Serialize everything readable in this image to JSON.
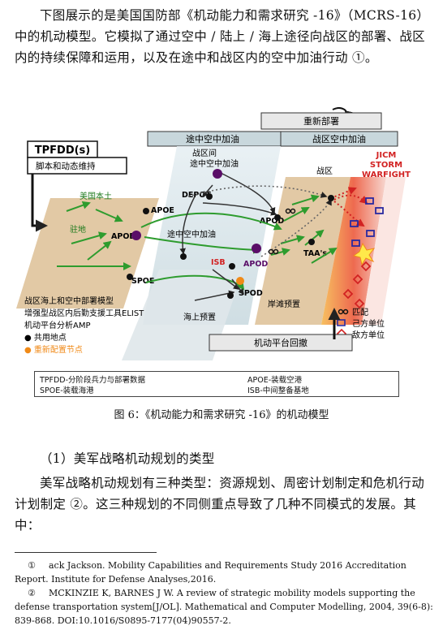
{
  "intro": "下图展示的是美国国防部《机动能力和需求研究 -16》（MCRS-16）中的机动模型。它模拟了通过空中 / 陆上 / 海上途径向战区的部署、战区内的持续保障和运用，以及在途中和战区内的空中加油行动 ①。",
  "diagram": {
    "top_banner": "重新部署",
    "strip_left": "途中空中加油",
    "strip_right": "战区空中加油",
    "tpfdd": "TPFDD(s)",
    "script": "脚本和动态维持",
    "jicm": [
      "JICM",
      "STORM",
      "WARFIGHT"
    ],
    "intertheater": [
      "战区间",
      "途中空中加油"
    ],
    "theater": "战区",
    "depot": "DEPOT",
    "apoe": "APOE",
    "conus": "美国本土",
    "stations": "驻地",
    "apod_left": "APOD",
    "apod_mid": "APOD",
    "apod_right": "APOD",
    "enroute_refuel": "途中空中加油",
    "taa": "TAA's",
    "spoe": "SPOE",
    "isb": "ISB",
    "spod": "SPOD",
    "shore": "岸滩预置",
    "sea": "海上预置",
    "left_notes": [
      "战区海上和空中部署模型",
      "增强型战区内后勤支援工具ELIST",
      "机动平台分析AMP"
    ],
    "dot_shared": "● 共用地点",
    "dot_reconfig": "● 重新配置节点",
    "matching": "匹配",
    "friendly": "己方单位",
    "enemy": "敌方单位",
    "bottom_box": "机动平台回撤",
    "colors": {
      "green": "#2e9c2e",
      "purple": "#5a0e68",
      "red": "#d22222",
      "orange": "#f08a18"
    }
  },
  "legend": {
    "tpfdd": "TPFDD-分阶段兵力与部署数据",
    "spoe": "SPOE-装载海港",
    "apoe": "APOE-装载空港",
    "isb": "ISB-中间整备基地"
  },
  "caption": "图 6：《机动能力和需求研究 -16》的机动模型",
  "heading": "（1）美军战略机动规划的类型",
  "para2": "美军战略机动规划有三种类型：资源规划、周密计划制定和危机行动计划制定 ②。这三种规划的不同侧重点导致了几种不同模式的发展。其中：",
  "footnotes": [
    {
      "num": "①",
      "text": "ack Jackson. Mobility Capabilities and Requirements Study 2016 Accreditation Report. Institute for Defense Analyses,2016."
    },
    {
      "num": "②",
      "text": "MCKINZIE K, BARNES J W. A review of strategic mobility models supporting the defense transportation system[J/OL]. Mathematical and Computer Modelling, 2004, 39(6-8): 839-868. DOI:10.1016/S0895-7177(04)90557-2."
    }
  ]
}
